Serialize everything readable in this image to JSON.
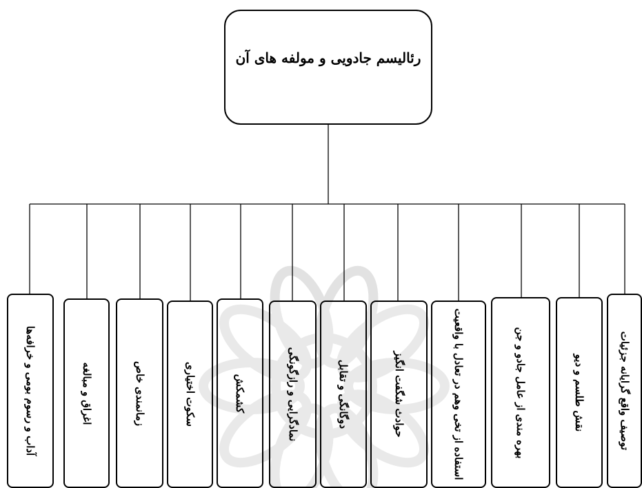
{
  "diagram": {
    "root": "رئالیسم جادویی و مولفه های آن",
    "children": [
      "آداب و رسوم بومی و خرافه‌ها",
      "اغراق و مبالغه",
      "زمانمندی خاص",
      "سکوت اختیاری",
      "کشمکش",
      "نمادگرایی و رازگونگی",
      "دوگانگی و تقابل",
      "حوادث شگفت انگیز",
      "استفاده از تخی وهم در تعادل با واقعیت",
      "بهره مندی از عامل جادو و جن",
      "نقش طلسم و دیو",
      "توصیف واقع گرایانه جزئیات"
    ]
  },
  "colors": {
    "line": "#000000",
    "watermark": "#d0d0d0",
    "background": "#ffffff"
  }
}
